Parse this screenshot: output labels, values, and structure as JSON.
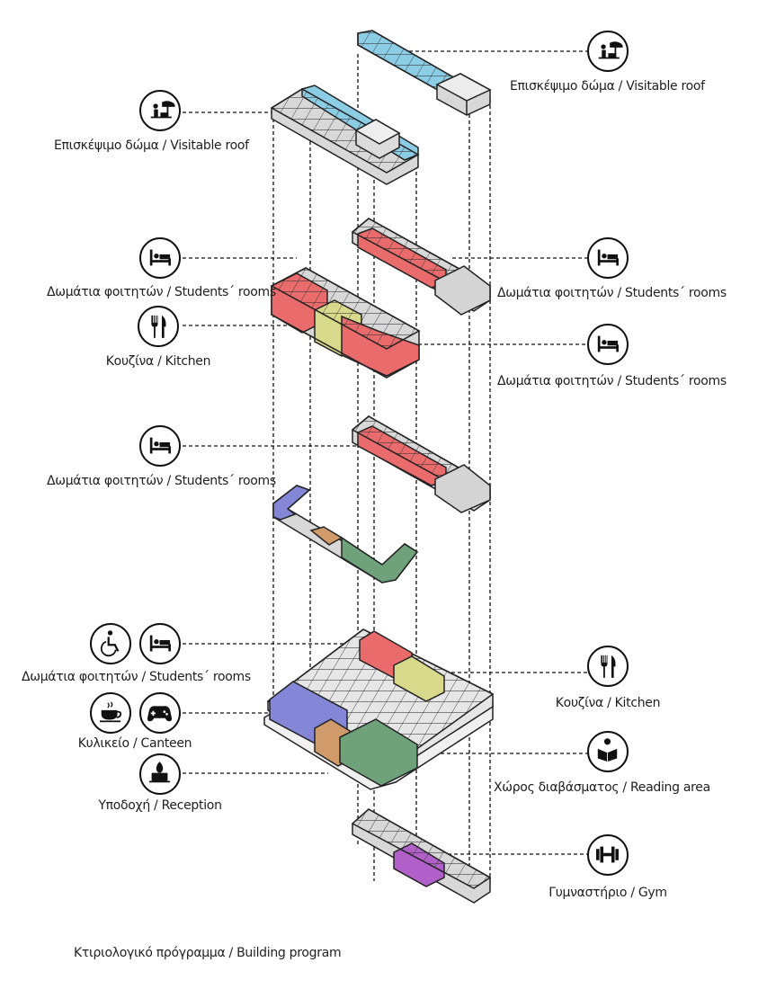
{
  "labels": {
    "roof_right": "Επισκέψιμο δώμα / Visitable roof",
    "roof_left": "Επισκέψιμο δώμα / Visitable roof",
    "rooms_left_1": "Δωμάτια φοιτητών / Students´ rooms",
    "kitchen_left": "Κουζίνα / Kitchen",
    "rooms_right_1": "Δωμάτια φοιτητών / Students´ rooms",
    "rooms_right_2": "Δωμάτια φοιτητών / Students´ rooms",
    "rooms_left_2": "Δωμάτια φοιτητών / Students´ rooms",
    "rooms_left_3": "Δωμάτια φοιτητών / Students´ rooms",
    "canteen": "Κυλικείο / Canteen",
    "reception": "Υποδοχή / Reception",
    "kitchen_right": "Κουζίνα / Kitchen",
    "reading": "Χώρος διαβάσματος / Reading area",
    "gym": "Γυμναστήριο / Gym"
  },
  "caption": "Κτιριολογικό πρόγραμμα / Building program",
  "icons": [
    "umbrella-table-icon",
    "bed-icon",
    "fork-knife-icon",
    "wheelchair-icon",
    "coffee-cup-icon",
    "gamepad-icon",
    "laptop-person-icon",
    "reading-person-icon",
    "dumbbell-icon"
  ],
  "colors": {
    "roof": "#8ccde6",
    "rooms": "#e96b6b",
    "kitchen": "#d8d98a",
    "canteen": "#8486d8",
    "reception": "#d09a6a",
    "reading": "#6fa27a",
    "gym": "#b060c8",
    "neutral": "#d8d8d8"
  }
}
